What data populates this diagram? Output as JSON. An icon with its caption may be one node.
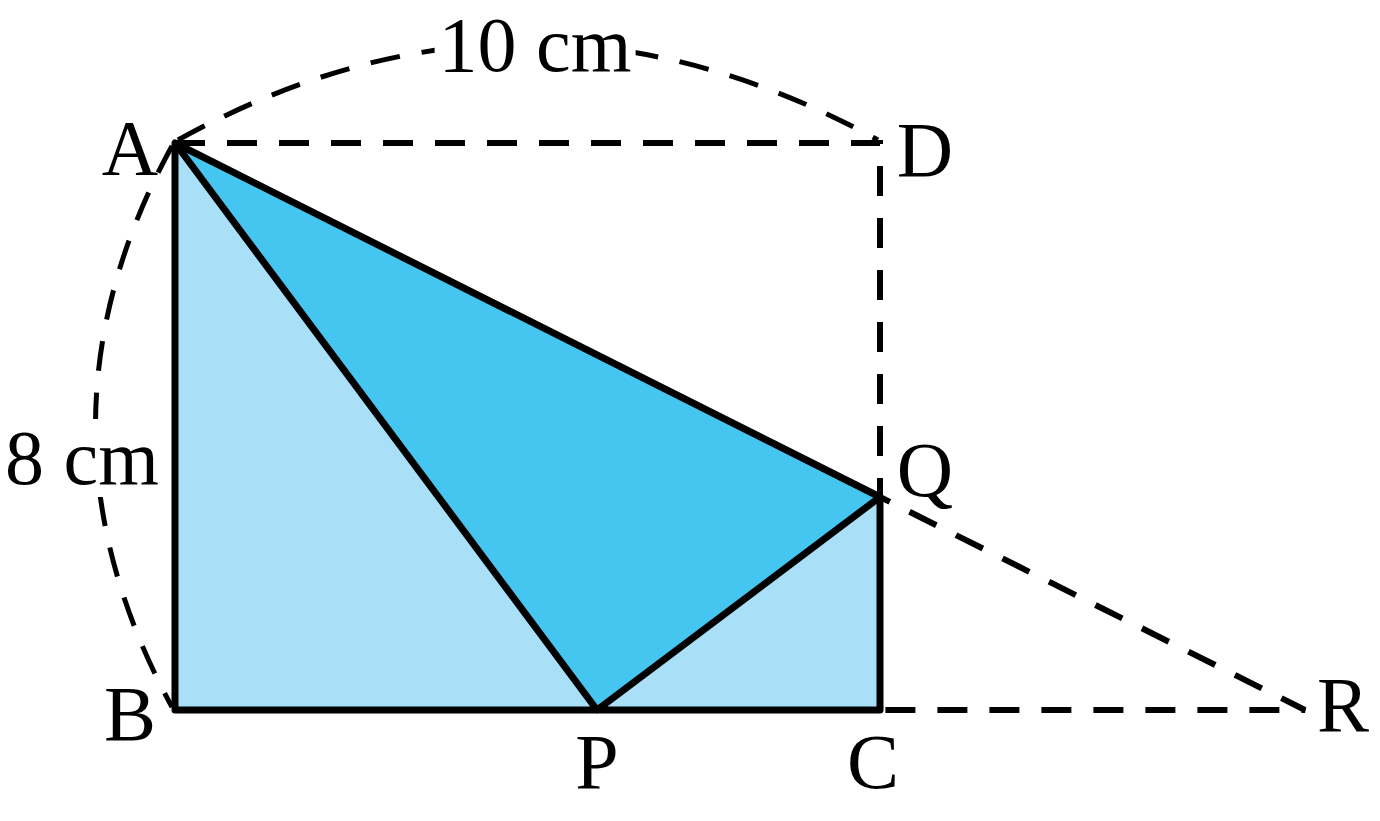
{
  "diagram": {
    "labels": [
      "10 cm",
      "A",
      "D",
      "8 cm",
      "Q",
      "B",
      "R",
      "P",
      "C"
    ]
  }
}
